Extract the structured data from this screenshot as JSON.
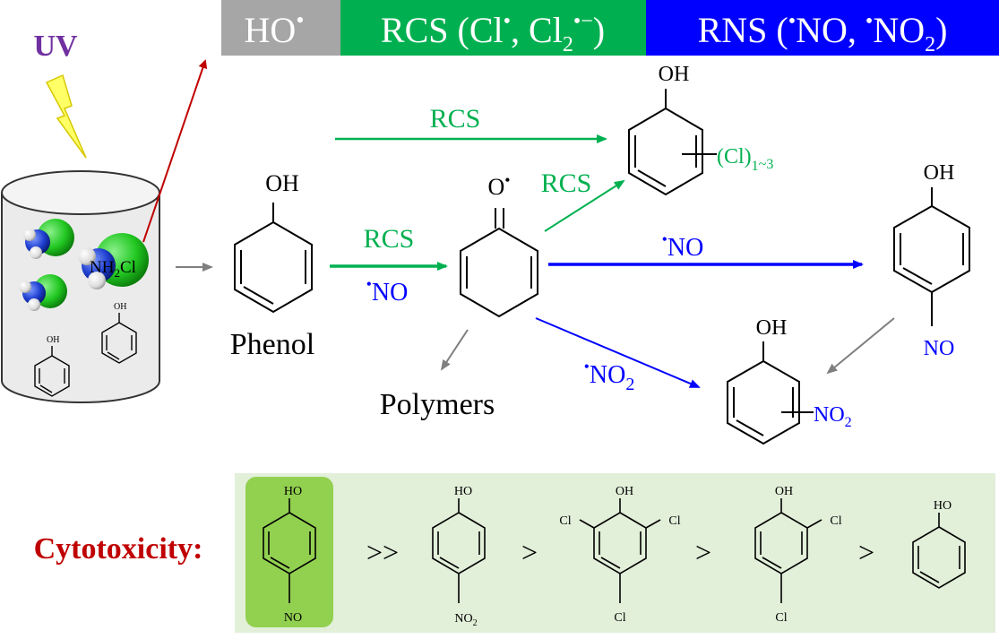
{
  "header": {
    "ho_box": {
      "label": "HO",
      "radical": "•",
      "color": "#a6a6a6"
    },
    "rcs_box": {
      "label": "RCS (Cl•, Cl2•−)",
      "color": "#00b050"
    },
    "rns_box": {
      "label": "RNS (•NO, •NO2)",
      "color": "#0000ff"
    }
  },
  "reactor": {
    "uv_label": "UV",
    "nh2cl_label": "NH2Cl"
  },
  "pathway": {
    "phenol_label": "Phenol",
    "oh_label": "OH",
    "phenoxy_label": "O•",
    "polymers_label": "Polymers",
    "rcs_top_label": "RCS",
    "rcs_mid_label": "RCS",
    "no_mid_label": "•NO",
    "rcs_upper_label": "RCS",
    "no_right_label": "•NO",
    "no2_label": "•NO2",
    "chlorophenol_sub": "(Cl)1~3",
    "nitroso_sub": "NO",
    "nitro_sub": "NO2"
  },
  "cytotoxicity": {
    "label": "Cytotoxicity:",
    "separators": [
      ">>",
      ">",
      ">",
      ">"
    ],
    "compounds": [
      {
        "top": "HO",
        "bottom": "NO"
      },
      {
        "top": "HO",
        "bottom": "NO2"
      },
      {
        "top": "OH",
        "left": "Cl",
        "right": "Cl",
        "bottom": "Cl"
      },
      {
        "top": "OH",
        "right": "Cl",
        "bottom": "Cl"
      },
      {
        "top": "HO"
      }
    ]
  },
  "colors": {
    "rcs_green": "#00b050",
    "rns_blue": "#0000ff",
    "red_arrow": "#c00000",
    "gray_arrow": "#7f7f7f",
    "panel_bg": "#e2efd9",
    "highlight": "#92d050",
    "cytotoxicity_red": "#c00000",
    "uv_purple": "#7030a0"
  }
}
